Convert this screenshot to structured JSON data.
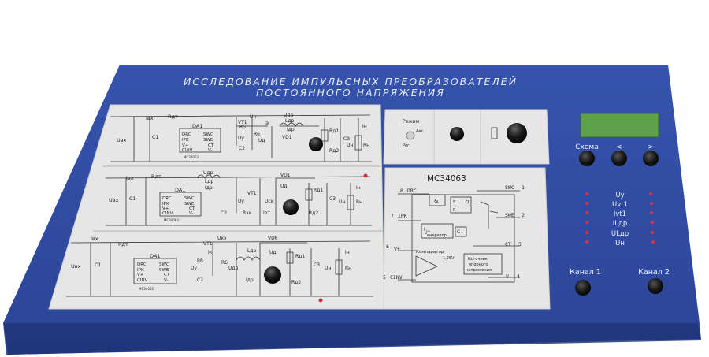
{
  "title": {
    "line1": "ИССЛЕДОВАНИЕ ИМПУЛЬСНЫХ ПРЕОБРАЗОВАТЕЛЕЙ",
    "line2": "ПОСТОЯННОГО НАПРЯЖЕНИЯ"
  },
  "controls": {
    "scheme_label": "Схема",
    "prev_label": "<",
    "next_label": ">",
    "channel1_label": "Канал 1",
    "channel2_label": "Канал 2",
    "mode_label": "Режим",
    "mode_auto": "Авт.",
    "mode_reg": "Рег."
  },
  "indicators": [
    "Uy",
    "Uvt1",
    "Ivt1",
    "ILдр",
    "ULдр",
    "Uн"
  ],
  "chip": {
    "name": "MC34063",
    "pins": {
      "p8": "8",
      "drc": "DRC",
      "p1": "1",
      "swc": "SWC",
      "p7": "7",
      "ipk": "IPK",
      "p2": "2",
      "swe": "SWE",
      "p6": "6",
      "vplus": "V+",
      "p3": "3",
      "ct": "CT",
      "p5": "5",
      "cinv": "CINV",
      "p4": "4",
      "vminus": "V-"
    },
    "blocks": {
      "and": "&",
      "s": "S",
      "q": "Q",
      "r": "R",
      "gen_line1": "I",
      "gen_sub": "pk",
      "gen_line2": "Генератор",
      "ct_block": "C",
      "ct_sub": "T",
      "comparator": "Компаратор",
      "vref": "1,25V",
      "source_line1": "Источник",
      "source_line2": "опорного",
      "source_line3": "напряжения"
    }
  },
  "schematic1": {
    "iin": "Iвх",
    "rdt": "Rдт",
    "uin": "Uвх",
    "c1": "C1",
    "da1": "DA1",
    "drc": "DRC",
    "swc": "SWC",
    "ipk": "IPK",
    "swe": "SWE",
    "vplus": "V+",
    "ct": "CT",
    "cinv": "CINV",
    "vminus": "V-",
    "chip": "MC34063",
    "rb": "Rб",
    "r6": "R6",
    "vt1": "VT1",
    "un": "Uп",
    "iz": "Iэ",
    "uy": "Uy",
    "c2": "C2",
    "vd1": "VD1",
    "ua": "Uд",
    "udr": "Uдр",
    "ldr": "Lдр",
    "idr": "Iдр",
    "rd1": "Rд1",
    "rd2": "Rд2",
    "c3": "C3",
    "iн": "Iн",
    "uн": "Uн",
    "rн": "Rн"
  },
  "schematic2": {
    "iin": "Iвх",
    "rdt": "Rдт",
    "uin": "Uвх",
    "c1": "C1",
    "da1": "DA1",
    "drc": "DRC",
    "swc": "SWC",
    "ipk": "IPK",
    "swe": "SWE",
    "vplus": "V+",
    "ct": "CT",
    "cinv": "CINV",
    "vminus": "V-",
    "chip": "MC34063",
    "udr": "Uдр",
    "ldr": "Lдр",
    "idr": "Iдр",
    "vt1": "VT1",
    "uy": "Uy",
    "usi": "Uси",
    "rzi": "Rзи",
    "iot": "Iот",
    "vd1": "VD1",
    "ua": "Uд",
    "c2": "C2",
    "rd1": "Rд1",
    "rd2": "Rд2",
    "c3": "C3",
    "iн": "Iн",
    "uн": "Uн",
    "rн": "Rн"
  },
  "schematic3": {
    "iin": "Iвх",
    "rdt": "Rдт",
    "uin": "Uвх",
    "c1": "C1",
    "da1": "DA1",
    "drc": "DRC",
    "swc": "SWC",
    "ipk": "IPK",
    "swe": "SWE",
    "vplus": "V+",
    "ct": "CT",
    "cinv": "CINV",
    "vminus": "V-",
    "chip": "MC34063",
    "ukz": "Uкэ",
    "vt1": "VT1",
    "ik": "Iк",
    "rb": "Rб",
    "r6": "R6",
    "uy": "Uy",
    "c2": "C2",
    "vd6": "VD6",
    "ua": "Uд",
    "udr": "Uдр",
    "ldr": "Lдр",
    "idr": "Iдр",
    "rd1": "Rд1",
    "rd2": "Rд2",
    "c3": "C3",
    "iн": "Iн",
    "uн": "Uн",
    "rн": "Rн"
  },
  "colors": {
    "board": "#2f4ba0",
    "board_dark": "#223a82",
    "board_edge": "#1a2d6a",
    "panel": "#eaeaea",
    "display": "#5fa04b",
    "led": "#e03040"
  }
}
